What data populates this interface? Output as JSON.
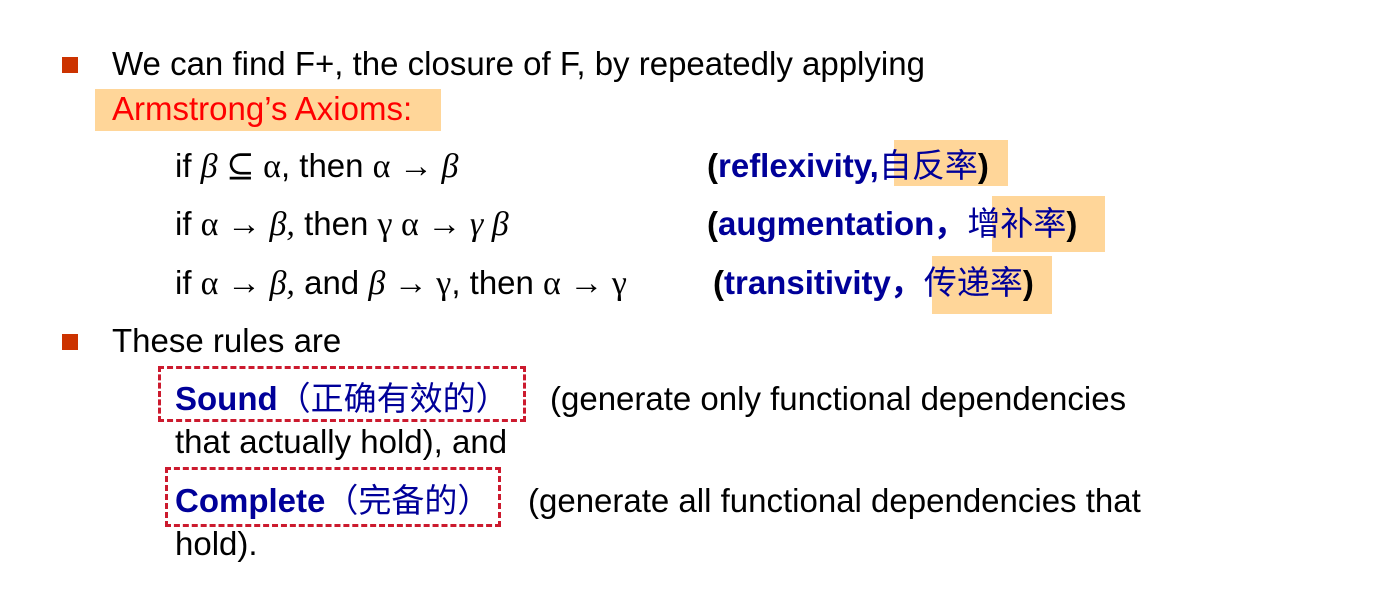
{
  "bullet1": {
    "line1": "We can find F+,  the closure of F, by repeatedly applying",
    "line2": "Armstrong’s Axioms:"
  },
  "axioms": [
    {
      "if": "if ",
      "a1": "β",
      "rel": " ⊆ ",
      "a2": "α",
      "mid": ", then ",
      "c1": "α",
      "arrow": " → ",
      "c2": "β",
      "name": "reflexivity,",
      "cn": "自反率"
    },
    {
      "if": "if ",
      "a1": "α",
      "rel": " → ",
      "a2": "β,",
      "mid": " then ",
      "c1": "γ α",
      "arrow": " →  ",
      "c2": "γ β",
      "name": "augmentation，",
      "cn": "增补率"
    },
    {
      "if": "if ",
      "a1": "α",
      "rel": " → ",
      "a2": "β,",
      "mid": " and ",
      "b1": "β",
      "brel": " → ",
      "b2": "γ",
      "mid2": ", then ",
      "c1": "α",
      "arrow": " →  ",
      "c2": "γ",
      "name": "transitivity，",
      "cn": "传递率"
    }
  ],
  "paren_open": "(",
  "paren_close": ")",
  "bullet2": {
    "intro": "These rules are",
    "sound_kw": "Sound",
    "sound_cn": "（正确有效的）",
    "sound_desc1": "(generate only functional dependencies",
    "sound_desc2": "that actually hold),  and",
    "complete_kw": "Complete",
    "complete_cn": "（完备的）",
    "complete_desc1": "(generate all functional dependencies that",
    "complete_desc2": "hold)."
  },
  "colors": {
    "bullet": "#cc3300",
    "highlight": "#ffd699",
    "keyword": "#000099",
    "axioms_text": "#ff0000",
    "dash_box": "#cc1a2e"
  }
}
